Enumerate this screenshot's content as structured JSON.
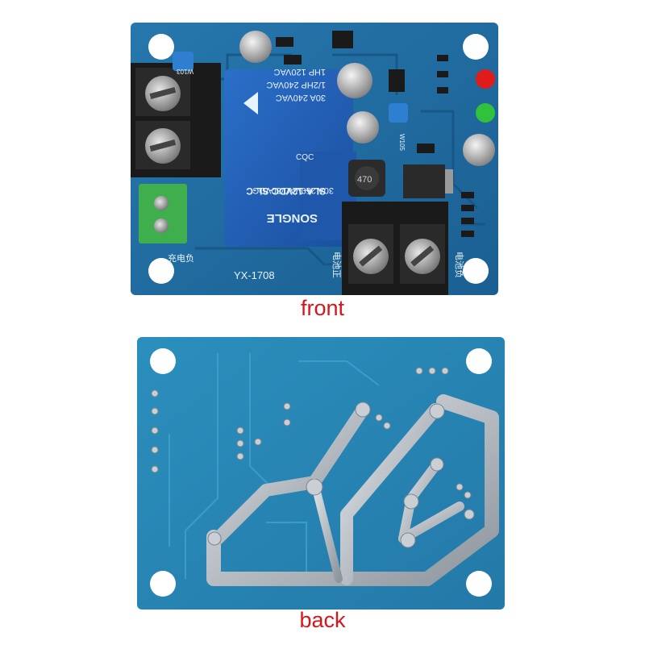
{
  "captions": {
    "front": "front",
    "back": "back"
  },
  "front_board": {
    "model_label": "YX-1708",
    "relay": {
      "brand": "SONGLE",
      "model": "SLA-12VDC-SL-C",
      "rating_1": "30A 250VAC/30VDC",
      "rating_2": "1HP 120VAC",
      "rating_3": "1/2HP 240VAC",
      "rating_4": "30A 240VAC",
      "cert": "CQC"
    },
    "inductor_label": "470",
    "charge_negative_label": "充电负",
    "battery_positive_label": "电池正",
    "battery_negative_label": "电池负",
    "pot_labels": [
      "W103",
      "W105"
    ]
  },
  "colors": {
    "pcb_blue": "#1f6fa6",
    "pcb_back": "#2a86b5",
    "caption_red": "#d7161c",
    "led_red": "#e01b1b",
    "led_green": "#2fc23a",
    "terminal_black": "#1a1a1a",
    "terminal_green": "#3fae4c"
  }
}
